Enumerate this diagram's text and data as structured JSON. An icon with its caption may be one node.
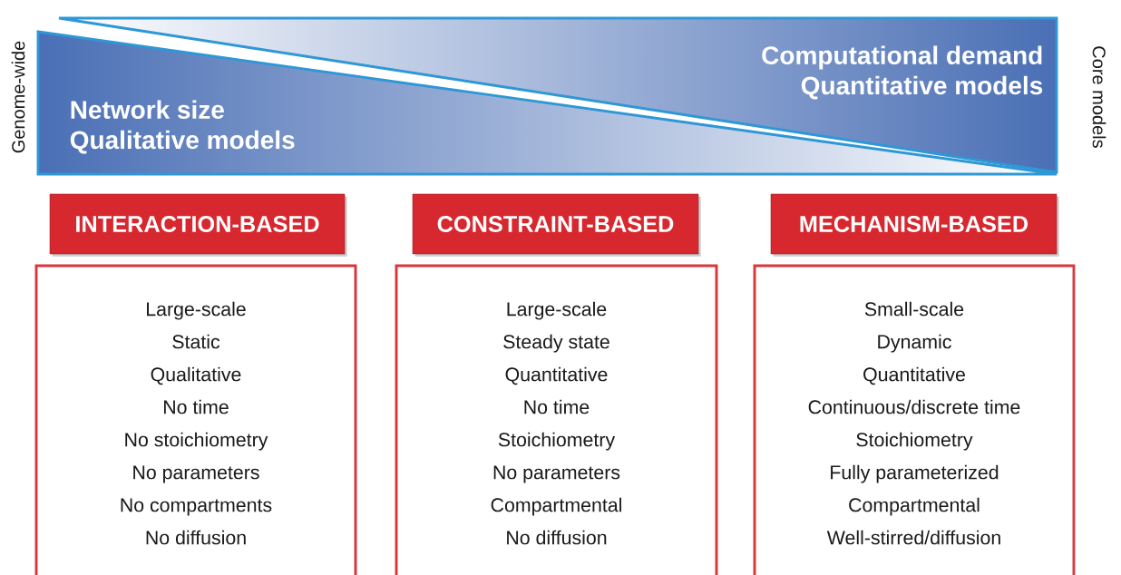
{
  "diagram": {
    "nodes": [
      {
        "text": [
          "Network size",
          "Qualitative models"
        ]
      },
      {
        "text": [
          "Computational demand",
          "Quantitative models"
        ]
      },
      {
        "text": [
          "INTERACTION-BASED"
        ]
      },
      {
        "text": [
          "CONSTRAINT-BASED"
        ]
      },
      {
        "text": [
          "MECHANISM-BASED"
        ]
      },
      {
        "text": [
          "Large-scale",
          "Static",
          "Qualitative",
          "No time",
          "No stoichiometry",
          "No parameters",
          "No compartments",
          "No diffusion"
        ]
      },
      {
        "text": [
          "Large-scale",
          "Steady state",
          "Quantitative",
          "No time",
          "Stoichiometry",
          "No parameters",
          "Compartmental",
          "No diffusion"
        ]
      },
      {
        "text": [
          "Small-scale",
          "Dynamic",
          "Quantitative",
          "Continuous/discrete time",
          "Stoichiometry",
          "Fully parameterized",
          "Compartmental",
          "Well-stirred/diffusion"
        ]
      }
    ],
    "labels": [
      "Genome-wide",
      "Core models"
    ]
  }
}
